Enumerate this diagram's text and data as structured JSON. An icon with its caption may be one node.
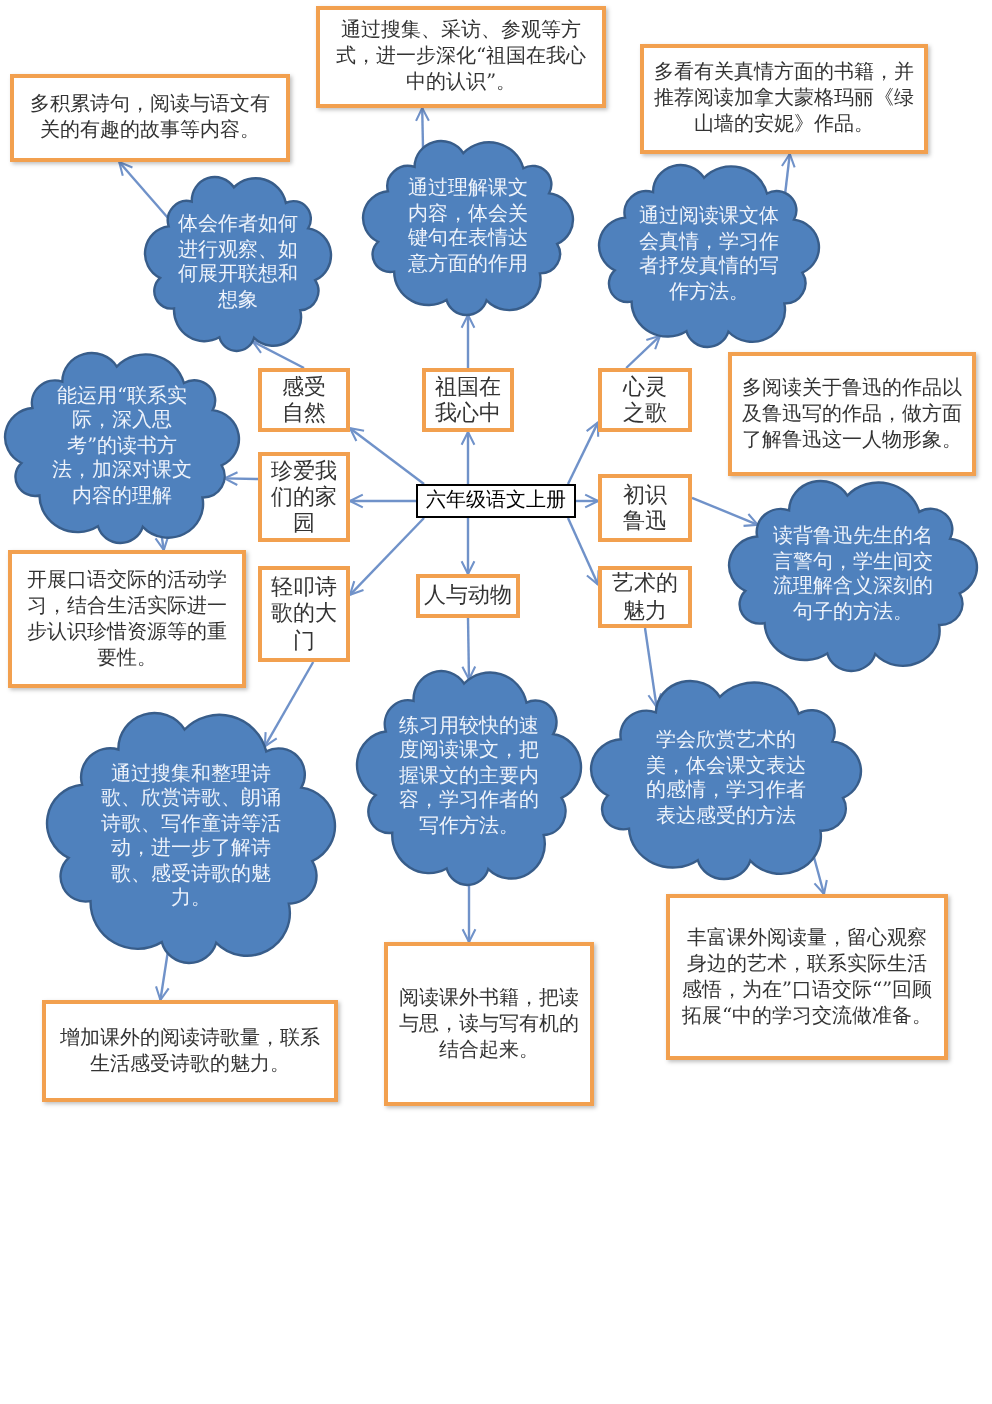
{
  "diagram": {
    "nodes": [
      {
        "text": [
          "多积累诗句，阅读与语文有关的有趣的故事等内容。"
        ]
      },
      {
        "text": [
          "通过搜集、采访、参观等方式，进一步深化“祖国在我心中的认识”。"
        ]
      },
      {
        "text": [
          "多看有关真情方面的书籍，并推荐阅读加拿大蒙格玛丽《绿山墙的安妮》作品。"
        ]
      },
      {
        "text": [
          "体会作者如何进行观察、如何展开联想和想象"
        ]
      },
      {
        "text": [
          "通过理解课文内容，体会关键句在表情达意方面的作用"
        ]
      },
      {
        "text": [
          "通过阅读课文体会真情，学习作者抒发真情的写作方法。"
        ]
      },
      {
        "text": [
          "能运用“联系实际，深入思考”的读书方法，加深对课文内容的理解"
        ]
      },
      {
        "text": [
          "感受自然"
        ]
      },
      {
        "text": [
          "祖国在我心中"
        ]
      },
      {
        "text": [
          "心灵之歌"
        ]
      },
      {
        "text": [
          "多阅读关于鲁迅的作品以及鲁迅写的作品，做方面了解鲁迅这一人物形象。"
        ]
      },
      {
        "text": [
          "珍爱我们的家园"
        ]
      },
      {
        "text": [
          "六年级语文上册"
        ]
      },
      {
        "text": [
          "初识鲁迅"
        ]
      },
      {
        "text": [
          "读背鲁迅先生的名言警句，学生间交流理解含义深刻的句子的方法。"
        ]
      },
      {
        "text": [
          "开展口语交际的活动学习，结合生活实际进一步认识珍惜资源等的重要性。"
        ]
      },
      {
        "text": [
          "轻叩诗歌的大门"
        ]
      },
      {
        "text": [
          "人与动物"
        ]
      },
      {
        "text": [
          "艺术的魅力"
        ]
      },
      {
        "text": [
          "通过搜集和整理诗歌、欣赏诗歌、朗诵诗歌、写作童诗等活动，进一步了解诗歌、感受诗歌的魅力。"
        ]
      },
      {
        "text": [
          "练习用较快的速度阅读课文，把握课文的主要内容，学习作者的写作方法。"
        ]
      },
      {
        "text": [
          "学会欣赏艺术的美，体会课文表达的感情，学习作者表达感受的方法"
        ]
      },
      {
        "text": [
          "增加课外的阅读诗歌量，联系生活感受诗歌的魅力。"
        ]
      },
      {
        "text": [
          "阅读课外书籍，把读与思，读与写有机的结合起来。"
        ]
      },
      {
        "text": [
          "丰富课外阅读量，留心观察身边的艺术，联系实际生活感悟，为在”口语交际“”回顾拓展“中的学习交流做准备。"
        ]
      }
    ],
    "edges": [
      {
        "from": 12,
        "to": 7,
        "arrow": "to"
      },
      {
        "from": 12,
        "to": 8,
        "arrow": "to"
      },
      {
        "from": 12,
        "to": 9,
        "arrow": "to"
      },
      {
        "from": 12,
        "to": 11,
        "arrow": "to"
      },
      {
        "from": 12,
        "to": 13,
        "arrow": "to"
      },
      {
        "from": 12,
        "to": 16,
        "arrow": "to"
      },
      {
        "from": 12,
        "to": 17,
        "arrow": "to"
      },
      {
        "from": 12,
        "to": 18,
        "arrow": "to"
      },
      {
        "from": 7,
        "to": 3,
        "arrow": "to"
      },
      {
        "from": 8,
        "to": 4,
        "arrow": "to"
      },
      {
        "from": 9,
        "to": 5,
        "arrow": "to"
      },
      {
        "from": 11,
        "to": 6,
        "arrow": "to"
      },
      {
        "from": 13,
        "to": 14,
        "arrow": "to"
      },
      {
        "from": 16,
        "to": 19,
        "arrow": "to"
      },
      {
        "from": 17,
        "to": 20,
        "arrow": "to"
      },
      {
        "from": 18,
        "to": 21,
        "arrow": "to"
      },
      {
        "from": 3,
        "to": 0,
        "arrow": "to"
      },
      {
        "from": 4,
        "to": 1,
        "arrow": "to"
      },
      {
        "from": 5,
        "to": 2,
        "arrow": "to"
      },
      {
        "from": 6,
        "to": 15,
        "arrow": "to"
      },
      {
        "from": 19,
        "to": 22,
        "arrow": "to"
      },
      {
        "from": 20,
        "to": 23,
        "arrow": "to"
      },
      {
        "from": 21,
        "to": 24,
        "arrow": "to"
      }
    ]
  }
}
